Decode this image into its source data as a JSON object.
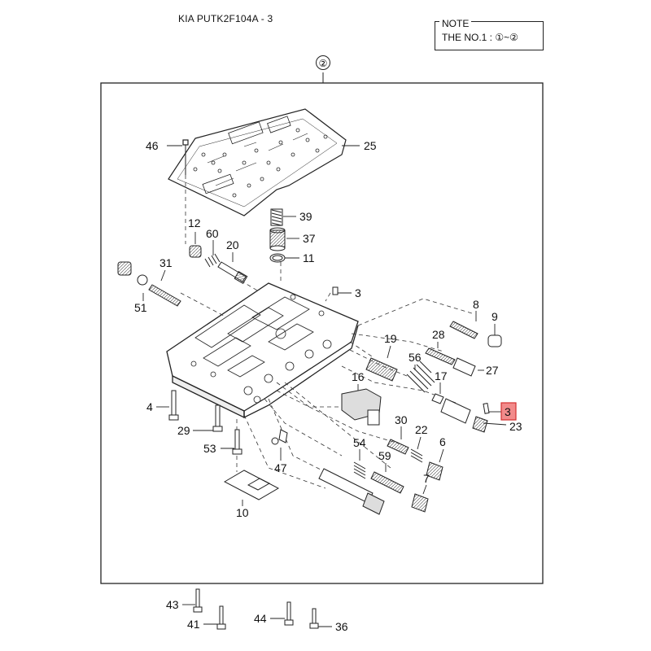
{
  "header": {
    "title": "KIA PUTK2F104A - 3"
  },
  "note": {
    "heading": "NOTE",
    "text": "THE NO.1 : ①~②"
  },
  "assembly_marker": "②",
  "parts": [
    {
      "id": "p46",
      "label": "46"
    },
    {
      "id": "p25",
      "label": "25"
    },
    {
      "id": "p39",
      "label": "39"
    },
    {
      "id": "p12",
      "label": "12"
    },
    {
      "id": "p60",
      "label": "60"
    },
    {
      "id": "p37",
      "label": "37"
    },
    {
      "id": "p20",
      "label": "20"
    },
    {
      "id": "p11",
      "label": "11"
    },
    {
      "id": "p31",
      "label": "31"
    },
    {
      "id": "p3a",
      "label": "3"
    },
    {
      "id": "p51",
      "label": "51"
    },
    {
      "id": "p8",
      "label": "8"
    },
    {
      "id": "p9",
      "label": "9"
    },
    {
      "id": "p28",
      "label": "28"
    },
    {
      "id": "p19",
      "label": "19"
    },
    {
      "id": "p56",
      "label": "56"
    },
    {
      "id": "p27",
      "label": "27"
    },
    {
      "id": "p16",
      "label": "16"
    },
    {
      "id": "p17",
      "label": "17"
    },
    {
      "id": "p3b",
      "label": "3",
      "highlighted": true
    },
    {
      "id": "p4",
      "label": "4"
    },
    {
      "id": "p23",
      "label": "23"
    },
    {
      "id": "p30",
      "label": "30"
    },
    {
      "id": "p22",
      "label": "22"
    },
    {
      "id": "p29",
      "label": "29"
    },
    {
      "id": "p6",
      "label": "6"
    },
    {
      "id": "p53",
      "label": "53"
    },
    {
      "id": "p54",
      "label": "54"
    },
    {
      "id": "p47",
      "label": "47"
    },
    {
      "id": "p59",
      "label": "59"
    },
    {
      "id": "p7",
      "label": "7"
    },
    {
      "id": "p10",
      "label": "10"
    },
    {
      "id": "p43",
      "label": "43"
    },
    {
      "id": "p41",
      "label": "41"
    },
    {
      "id": "p44",
      "label": "44"
    },
    {
      "id": "p36",
      "label": "36"
    }
  ],
  "colors": {
    "line": "#222222",
    "highlight_fill": "#f28b8b",
    "highlight_border": "#d32f2f"
  }
}
